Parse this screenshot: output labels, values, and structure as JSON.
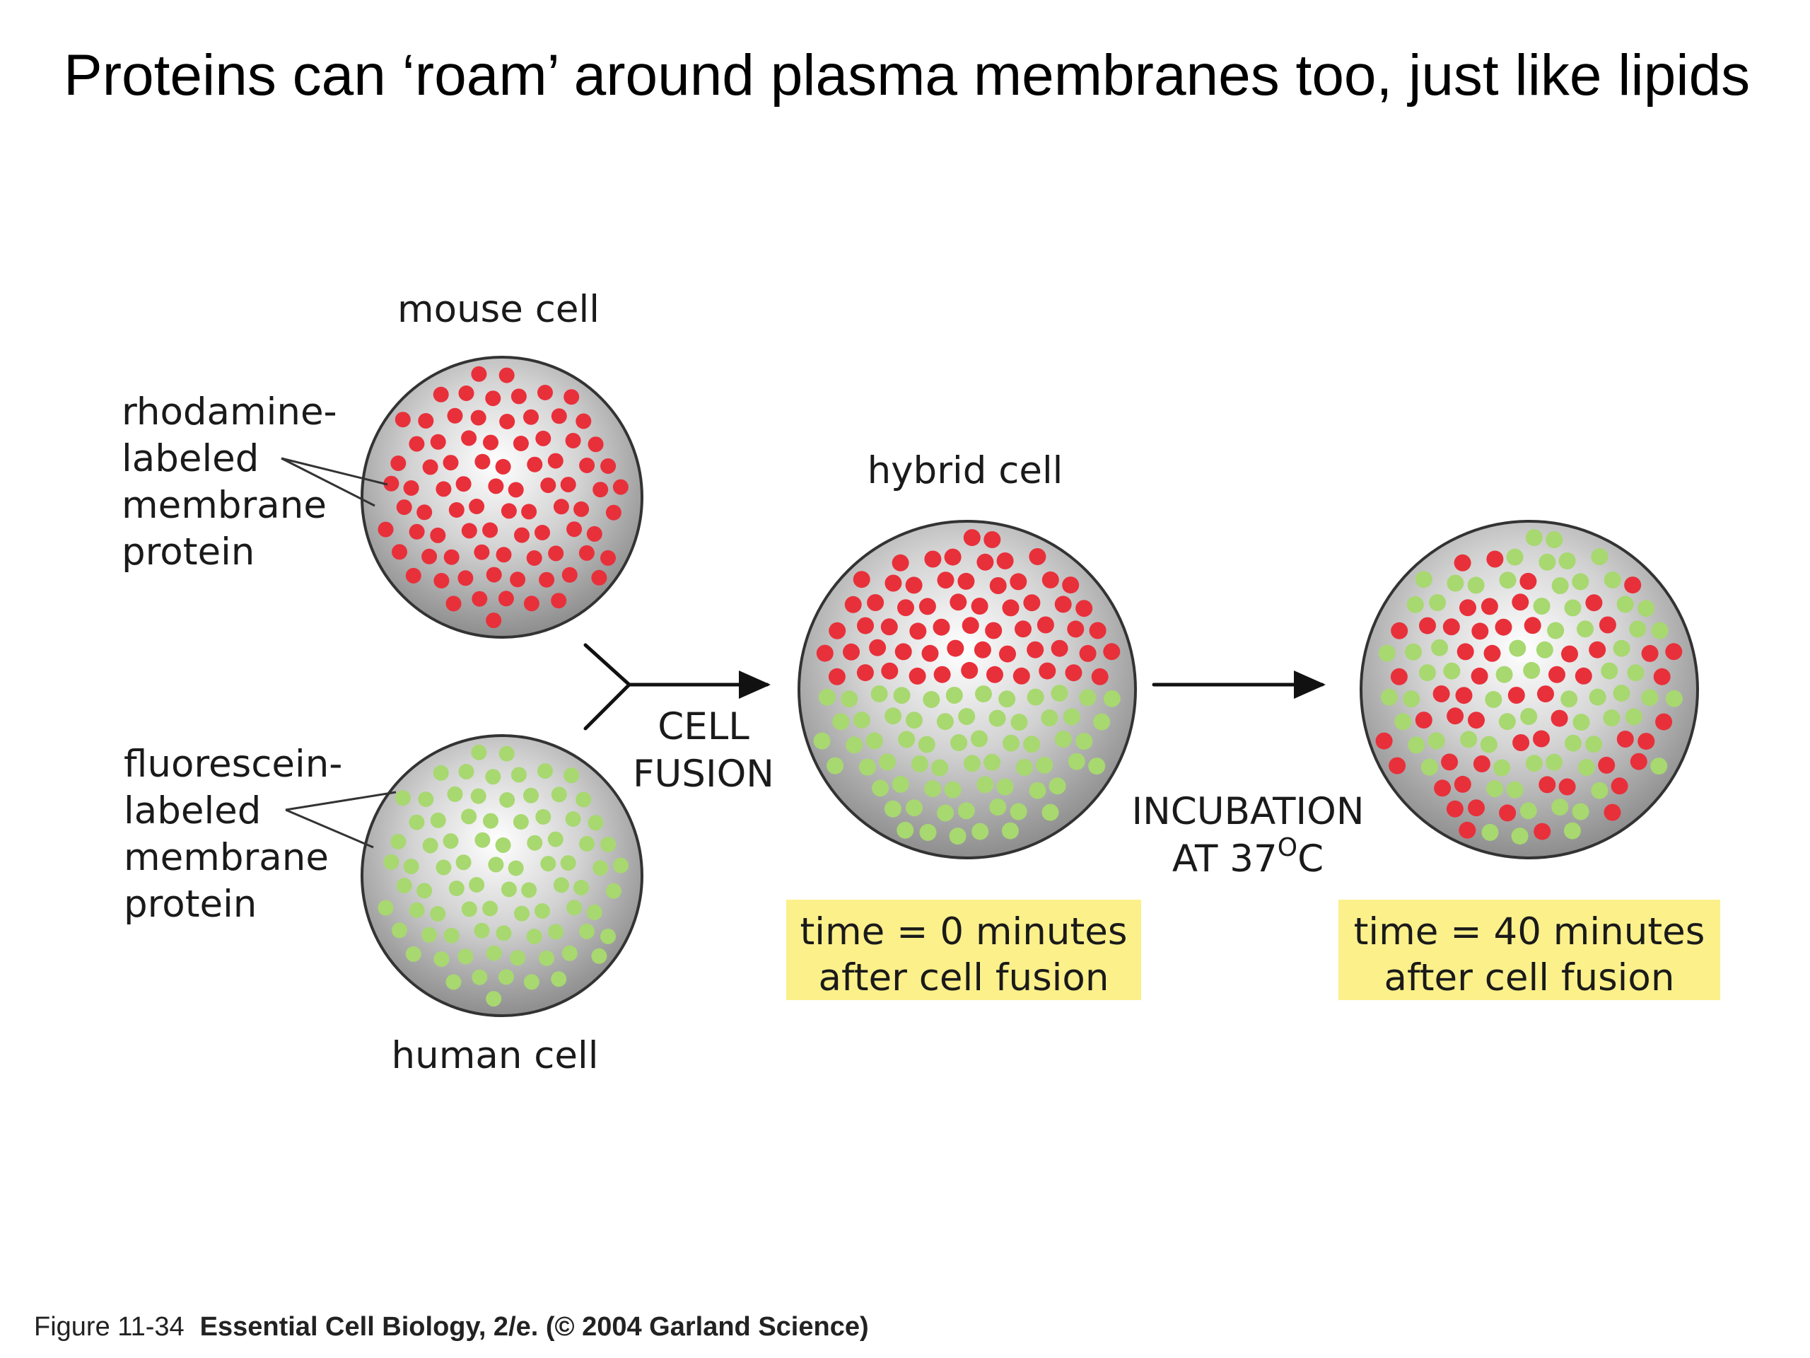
{
  "title": "Proteins can ‘roam’ around plasma membranes too, just like lipids",
  "labels": {
    "mouse_cell": "mouse cell",
    "human_cell": "human cell",
    "hybrid_cell": "hybrid cell",
    "rhodamine": [
      "rhodamine-",
      "labeled",
      "membrane",
      "protein"
    ],
    "fluorescein": [
      "fluorescein-",
      "labeled",
      "membrane",
      "protein"
    ],
    "cell_fusion": [
      "CELL",
      "FUSION"
    ],
    "incubation": "INCUBATION",
    "at_temp": "AT 37",
    "temp_sup": "O",
    "temp_unit": "C",
    "time0": [
      "time = 0 minutes",
      "after cell fusion"
    ],
    "time40": [
      "time = 40 minutes",
      "after cell fusion"
    ]
  },
  "caption": {
    "figure": "Figure 11-34",
    "book": "Essential Cell Biology, 2/e. (© 2004 Garland Science)"
  },
  "colors": {
    "rhodamine_dot": "#e8303a",
    "fluorescein_dot": "#a8d870",
    "cell_edge": "#444444",
    "highlight_box": "#fbf08a"
  }
}
